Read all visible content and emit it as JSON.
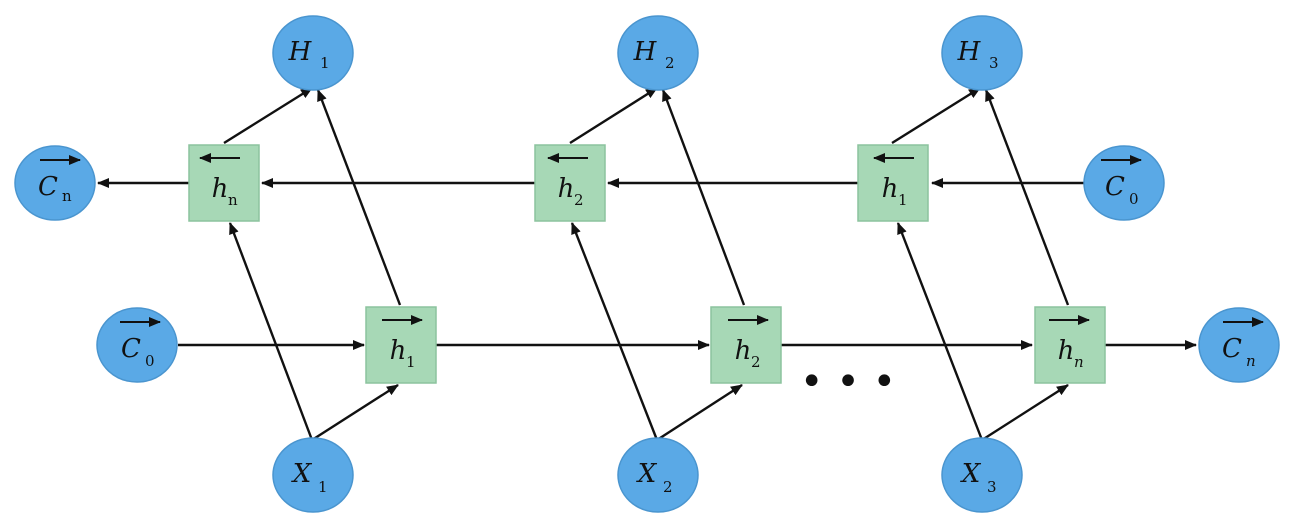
{
  "outputs": [
    {
      "id": "H1",
      "main": "H",
      "sub": "1"
    },
    {
      "id": "H2",
      "main": "H",
      "sub": "2"
    },
    {
      "id": "H3",
      "main": "H",
      "sub": "3"
    }
  ],
  "inputs": [
    {
      "id": "X1",
      "main": "X",
      "sub": "1"
    },
    {
      "id": "X2",
      "main": "X",
      "sub": "2"
    },
    {
      "id": "X3",
      "main": "X",
      "sub": "3"
    }
  ],
  "backward_states": [
    {
      "id": "bh_n",
      "main": "h",
      "sub": "n",
      "arrow": "left"
    },
    {
      "id": "bh_2",
      "main": "h",
      "sub": "2",
      "arrow": "left"
    },
    {
      "id": "bh_1",
      "main": "h",
      "sub": "1",
      "arrow": "left"
    }
  ],
  "forward_states": [
    {
      "id": "fh_1",
      "main": "h",
      "sub": "1",
      "arrow": "right"
    },
    {
      "id": "fh_2",
      "main": "h",
      "sub": "2",
      "arrow": "right"
    },
    {
      "id": "fh_n",
      "main": "h",
      "sub": "n",
      "sub_italic": true,
      "arrow": "right"
    }
  ],
  "cells": [
    {
      "id": "bC_n",
      "main": "C",
      "sub": "n",
      "arrow": "right"
    },
    {
      "id": "bC_0",
      "main": "C",
      "sub": "0",
      "arrow": "right"
    },
    {
      "id": "fC_0",
      "main": "C",
      "sub": "0",
      "arrow": "right"
    },
    {
      "id": "fC_n",
      "main": "C",
      "sub": "n",
      "sub_italic": true,
      "arrow": "right"
    }
  ],
  "ellipsis": "• • •"
}
